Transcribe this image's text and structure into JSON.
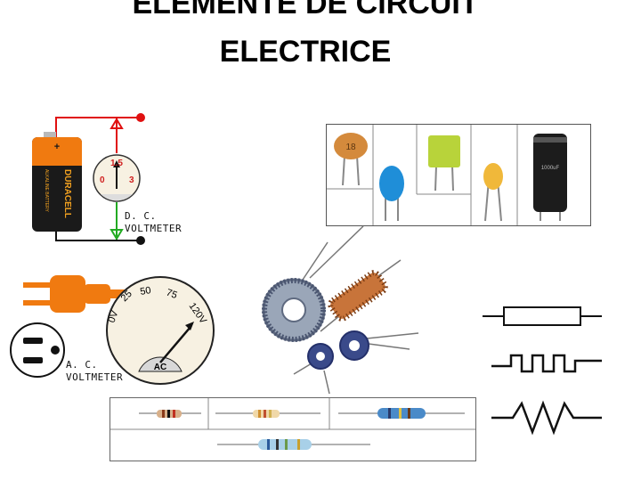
{
  "slide": {
    "title_line1": "ELEMENTE DE CIRCUIT",
    "title_line2": "ELECTRICE"
  },
  "dc_meter": {
    "battery_brand": "DURACELL",
    "battery_sub": "ALKALINE BATTERY",
    "plus_sign": "+",
    "scale": [
      "0",
      "1.5",
      "3"
    ],
    "label_line1": "D. C.",
    "label_line2": "VOLTMETER"
  },
  "ac_meter": {
    "scale": [
      "0V",
      "25",
      "50",
      "75",
      "120V"
    ],
    "dial_label": "AC",
    "label_line1": "A. C.",
    "label_line2": "VOLTMETER"
  },
  "capacitors": {
    "ceramic_code": "18",
    "electrolytic_code": "1000uF"
  },
  "colors": {
    "wire_red": "#e01010",
    "wire_green": "#22aa22",
    "battery_orange": "#f07a10",
    "battery_black": "#1a1a1a",
    "copper": "#c8743a"
  }
}
